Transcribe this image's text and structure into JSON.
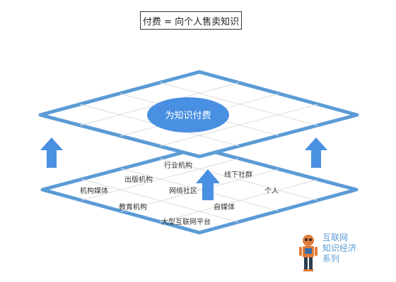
{
  "title": "付费 = 向个人售卖知识",
  "top_layer": {
    "center_label": "为知识付费"
  },
  "bottom_layer": {
    "labels": {
      "industry_org": "行业机构",
      "publisher": "出版机构",
      "offline_community": "线下社群",
      "org_media": "机构媒体",
      "online_community": "网络社区",
      "individual": "个人",
      "education_org": "教育机构",
      "we_media": "自媒体",
      "big_internet_platform": "大型互联网平台"
    }
  },
  "brand": {
    "line1": "互联网",
    "line2": "知识经济",
    "line3": "系列"
  },
  "colors": {
    "accent": "#5b9bd5",
    "ellipse": "#4a90e2",
    "grid": "#dddddd",
    "arrow": "#4a90e2"
  },
  "icons": {
    "up_arrow": "up-arrow-icon",
    "robot": "robot-icon"
  }
}
